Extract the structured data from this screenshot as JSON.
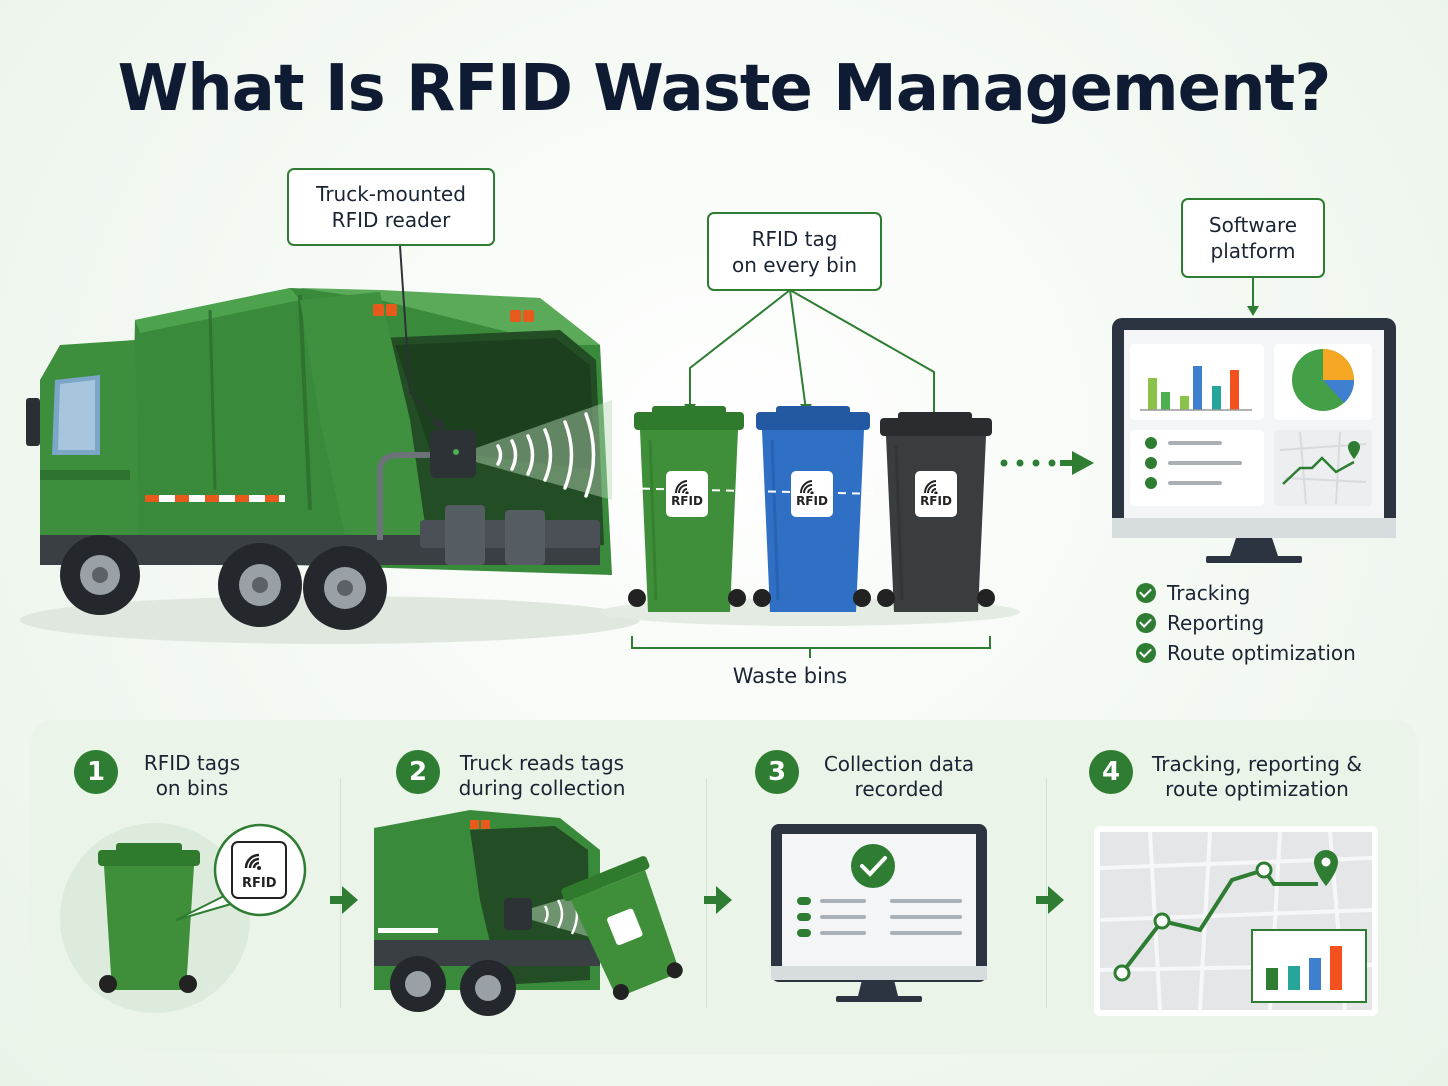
{
  "title": "What Is RFID Waste Management?",
  "callouts": {
    "reader": "Truck-mounted\nRFID reader",
    "tag": "RFID tag\non every bin",
    "software": "Software\nplatform"
  },
  "bins": {
    "caption": "Waste bins",
    "chip_label": "RFID",
    "colors": {
      "green": "#3f8f3a",
      "blue": "#2f6fc4",
      "black": "#3a3d40"
    }
  },
  "software_features": [
    "Tracking",
    "Reporting",
    "Route optimization"
  ],
  "steps": [
    {
      "number": "1",
      "label": "RFID tags\non bins"
    },
    {
      "number": "2",
      "label": "Truck reads tags\nduring collection"
    },
    {
      "number": "3",
      "label": "Collection data\nrecorded"
    },
    {
      "number": "4",
      "label": "Tracking, reporting &\nroute optimization"
    }
  ],
  "step1_chip_label": "RFID",
  "colors": {
    "accent": "#2e7d32",
    "truck": "#3a8a3c",
    "title": "#0f1b33"
  },
  "icons": [
    "rfid-signal-icon",
    "arrow-right-icon",
    "check-icon",
    "map-pin-icon",
    "pie-chart-icon",
    "bar-chart-icon"
  ]
}
